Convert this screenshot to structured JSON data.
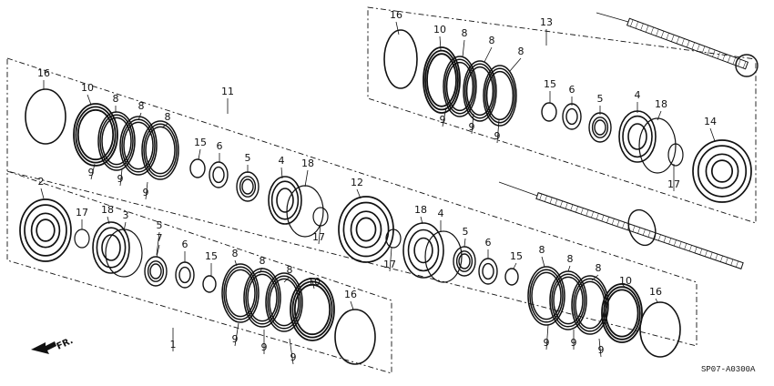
{
  "diagram": {
    "code": "SP07-A0300A"
  },
  "direction": {
    "front_label": "FR."
  },
  "callouts": {
    "frame_top": {
      "number": "13",
      "parts": [
        "16",
        "10",
        "8",
        "8",
        "8",
        "9",
        "9",
        "9",
        "15",
        "6",
        "5",
        "4",
        "18",
        "14",
        "17"
      ]
    },
    "frame_middle": {
      "number": "11",
      "parts": [
        "16",
        "10",
        "8",
        "8",
        "8",
        "9",
        "9",
        "9",
        "15",
        "6",
        "5",
        "4",
        "18",
        "17",
        "12"
      ]
    },
    "frame_lower": {
      "number": "1",
      "parts": [
        "2",
        "17",
        "18",
        "3",
        "5",
        "7",
        "6",
        "15",
        "8",
        "8",
        "8",
        "10",
        "9",
        "9",
        "9",
        "16"
      ]
    },
    "frame_right_lower": {
      "parts": [
        "18",
        "4",
        "5",
        "17",
        "6",
        "15",
        "8",
        "8",
        "8",
        "10",
        "9",
        "9",
        "9",
        "16"
      ]
    }
  }
}
